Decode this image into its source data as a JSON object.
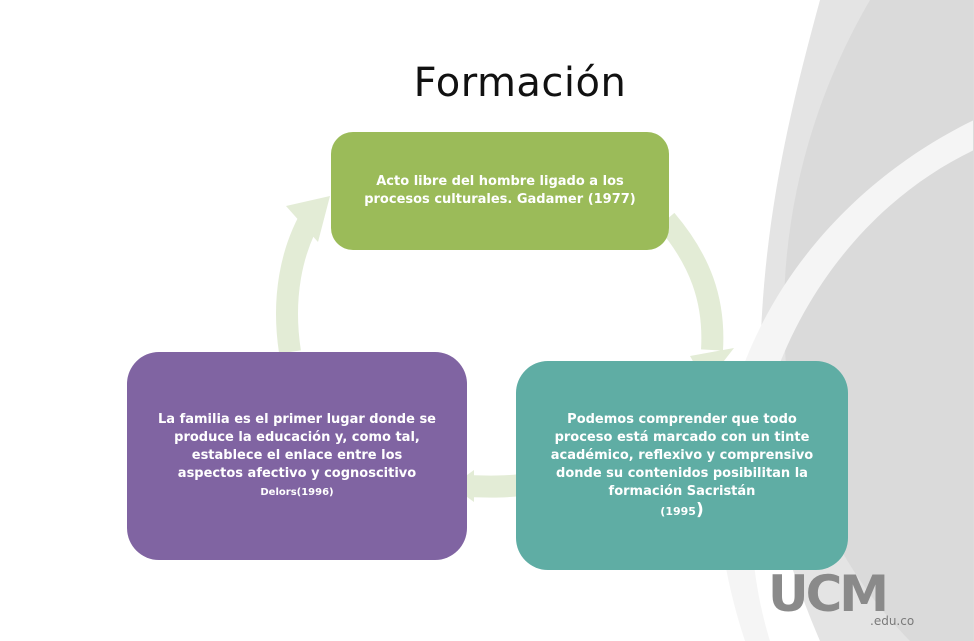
{
  "slide": {
    "title": "Formación"
  },
  "cycle": {
    "top": {
      "text": "Acto libre del hombre ligado a los procesos culturales. Gadamer (1977)"
    },
    "left": {
      "text": "La familia es el primer lugar donde se produce la educación y, como tal, establece el enlace entre los aspectos afectivo y cognoscitivo",
      "citation": "Delors(1996)"
    },
    "right": {
      "text": "Podemos comprender que todo proceso está marcado con un tinte académico, reflexivo y comprensivo donde su contenidos posibilitan la formación Sacristán",
      "citation_year": "1995",
      "open_paren": "(",
      "close_paren": ")"
    }
  },
  "logo": {
    "name": "UCM",
    "domain": ".edu.co"
  },
  "colors": {
    "green": "#9bbb59",
    "purple": "#8064a2",
    "teal": "#5fada4",
    "arrow": "#e3ecd6",
    "decor_grey": "#e0e0e0"
  }
}
